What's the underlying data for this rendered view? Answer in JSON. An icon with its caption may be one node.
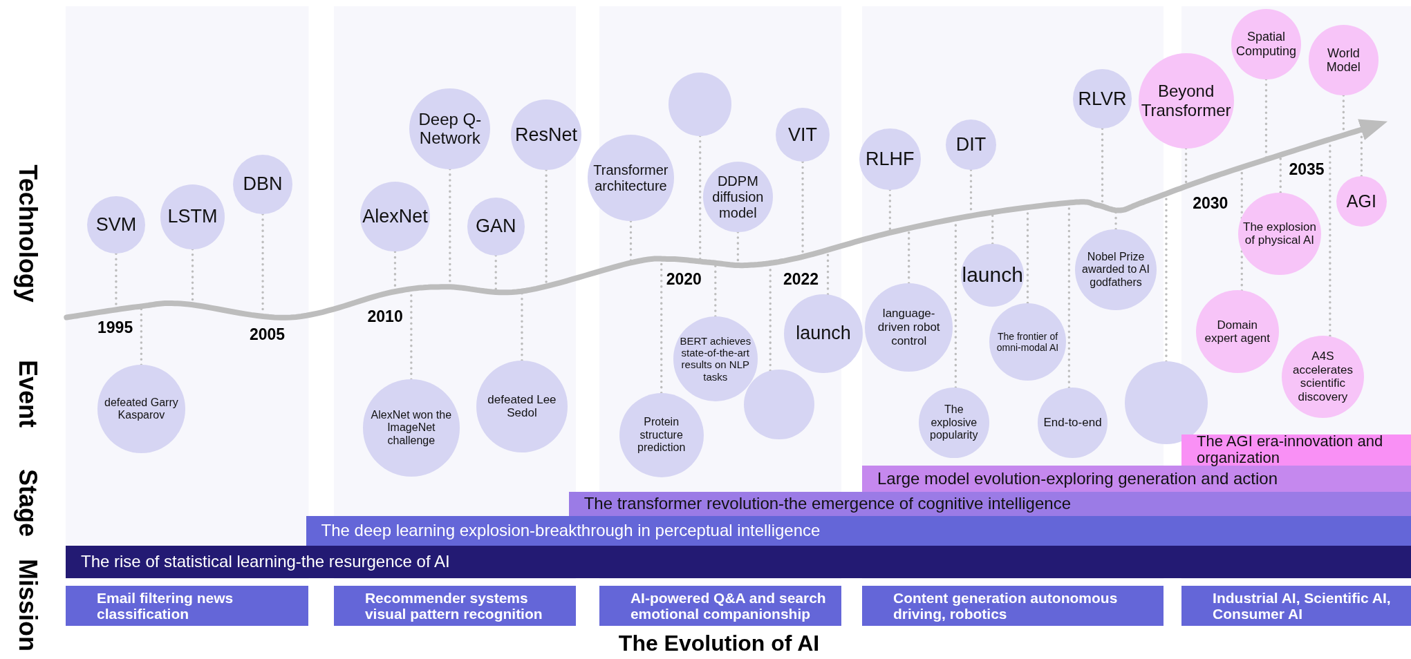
{
  "diagram": {
    "title": "The Evolution of AI",
    "nodes": [
      {
        "text": [
          "SVM"
        ]
      },
      {
        "text": [
          "LSTM"
        ]
      },
      {
        "text": [
          "DBN"
        ]
      },
      {
        "text": [
          "AlexNet"
        ]
      },
      {
        "text": [
          "Deep Q-Network"
        ]
      },
      {
        "text": [
          "GAN"
        ]
      },
      {
        "text": [
          "ResNet"
        ]
      },
      {
        "text": [
          "Transformer architecture"
        ]
      },
      {
        "text": [],
        "shape": "circle"
      },
      {
        "text": [
          "DDPM diffusion model"
        ]
      },
      {
        "text": [
          "VIT"
        ]
      },
      {
        "text": [
          "RLHF"
        ]
      },
      {
        "text": [
          "DIT"
        ]
      },
      {
        "text": [
          "RLVR"
        ]
      },
      {
        "text": [
          "Beyond Transformer"
        ]
      },
      {
        "text": [
          "Spatial Computing"
        ]
      },
      {
        "text": [
          "World Model"
        ]
      },
      {
        "text": [
          "AGI"
        ]
      },
      {
        "text": [
          "defeated Garry Kasparov"
        ]
      },
      {
        "text": [
          "AlexNet won the ImageNet challenge"
        ]
      },
      {
        "text": [
          "defeated Lee Sedol"
        ]
      },
      {
        "text": [
          "Protein structure prediction"
        ]
      },
      {
        "text": [
          "BERT achieves state-of-the-art results on NLP tasks"
        ]
      },
      {
        "text": [],
        "shape": "circle"
      },
      {
        "text": [
          "launch"
        ]
      },
      {
        "text": [
          "language-driven robot control"
        ]
      },
      {
        "text": [
          "The explosive popularity"
        ]
      },
      {
        "text": [
          "launch"
        ]
      },
      {
        "text": [
          "The frontier of omni-modal AI"
        ]
      },
      {
        "text": [
          "End-to-end"
        ]
      },
      {
        "text": [
          "Nobel Prize awarded to AI godfathers"
        ]
      },
      {
        "text": [],
        "shape": "circle"
      },
      {
        "text": [
          "The explosion of physical AI"
        ]
      },
      {
        "text": [
          "Domain expert agent"
        ]
      },
      {
        "text": [
          "A4S accelerates scientific discovery"
        ]
      },
      {
        "text": [
          "The rise of statistical learning-the resurgence of AI"
        ]
      },
      {
        "text": [
          "The deep learning explosion-breakthrough in perceptual intelligence"
        ]
      },
      {
        "text": [
          "The transformer revolution-the emergence of cognitive intelligence"
        ]
      },
      {
        "text": [
          "Large model evolution-exploring generation and action"
        ]
      },
      {
        "text": [
          "The AGI era-innovation and organization"
        ]
      },
      {
        "text": [
          "Email filtering news classification"
        ]
      },
      {
        "text": [
          "Recommender systems visual pattern recognition"
        ]
      },
      {
        "text": [
          "AI-powered Q&A and search emotional companionship"
        ]
      },
      {
        "text": [
          "Content generation autonomous driving, robotics"
        ]
      },
      {
        "text": [
          "Industrial AI, Scientific AI, Consumer AI"
        ]
      }
    ],
    "edges": [
      {
        "from": 0,
        "to": null,
        "arrow": "none",
        "style": "dashed"
      },
      {
        "from": 1,
        "to": null,
        "arrow": "none",
        "style": "dashed"
      },
      {
        "from": 2,
        "to": null,
        "arrow": "none",
        "style": "dashed"
      },
      {
        "from": 3,
        "to": null,
        "arrow": "none",
        "style": "dashed"
      },
      {
        "from": 4,
        "to": null,
        "arrow": "none",
        "style": "dashed"
      },
      {
        "from": 5,
        "to": null,
        "arrow": "none",
        "style": "dashed"
      },
      {
        "from": 6,
        "to": null,
        "arrow": "none",
        "style": "dashed"
      },
      {
        "from": 7,
        "to": null,
        "arrow": "none",
        "style": "dashed"
      },
      {
        "from": 8,
        "to": null,
        "arrow": "none",
        "style": "dashed"
      },
      {
        "from": 9,
        "to": null,
        "arrow": "none",
        "style": "dashed"
      },
      {
        "from": 10,
        "to": null,
        "arrow": "none",
        "style": "dashed"
      },
      {
        "from": 11,
        "to": null,
        "arrow": "none",
        "style": "dashed"
      },
      {
        "from": 12,
        "to": null,
        "arrow": "none",
        "style": "dashed"
      },
      {
        "from": 13,
        "to": null,
        "arrow": "none",
        "style": "dashed"
      },
      {
        "from": 14,
        "to": null,
        "arrow": "none",
        "style": "dashed"
      },
      {
        "from": 15,
        "to": null,
        "arrow": "none",
        "style": "dashed"
      },
      {
        "from": 16,
        "to": null,
        "arrow": "none",
        "style": "dashed"
      },
      {
        "from": 17,
        "to": null,
        "arrow": "none",
        "style": "dashed"
      },
      {
        "from": 18,
        "to": null,
        "arrow": "none",
        "style": "dashed"
      },
      {
        "from": 19,
        "to": null,
        "arrow": "none",
        "style": "dashed"
      },
      {
        "from": 20,
        "to": null,
        "arrow": "none",
        "style": "dashed"
      },
      {
        "from": 21,
        "to": null,
        "arrow": "none",
        "style": "dashed"
      },
      {
        "from": 22,
        "to": null,
        "arrow": "none",
        "style": "dashed"
      },
      {
        "from": 23,
        "to": null,
        "arrow": "none",
        "style": "dashed"
      },
      {
        "from": 24,
        "to": null,
        "arrow": "none",
        "style": "dashed"
      },
      {
        "from": 25,
        "to": null,
        "arrow": "none",
        "style": "dashed"
      },
      {
        "from": 26,
        "to": null,
        "arrow": "none",
        "style": "dashed"
      },
      {
        "from": 27,
        "to": null,
        "arrow": "none",
        "style": "dashed"
      },
      {
        "from": 28,
        "to": null,
        "arrow": "none",
        "style": "dashed"
      },
      {
        "from": 29,
        "to": null,
        "arrow": "none",
        "style": "dashed"
      },
      {
        "from": 30,
        "to": null,
        "arrow": "none",
        "style": "dashed"
      },
      {
        "from": 31,
        "to": null,
        "arrow": "none",
        "style": "dashed"
      },
      {
        "from": 32,
        "to": null,
        "arrow": "none",
        "style": "dashed"
      },
      {
        "from": 33,
        "to": null,
        "arrow": "none",
        "style": "dashed"
      },
      {
        "from": 34,
        "to": null,
        "arrow": "none",
        "style": "dashed"
      }
    ],
    "labels": [
      "Technology",
      "Event",
      "Stage",
      "Mission",
      "1995",
      "2005",
      "2010",
      "2020",
      "2022",
      "2030",
      "2035"
    ]
  }
}
